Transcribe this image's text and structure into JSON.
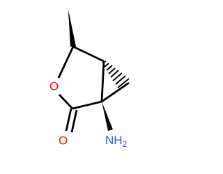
{
  "molecule": {
    "atoms": {
      "ring_oxygen": "O",
      "carbonyl_oxygen": "O",
      "amino_n": "NH",
      "amino_h_count": "2"
    },
    "colors": {
      "bond": "#000000",
      "oxygen": "#ff0d0d",
      "nitrogen": "#3050f8"
    }
  }
}
